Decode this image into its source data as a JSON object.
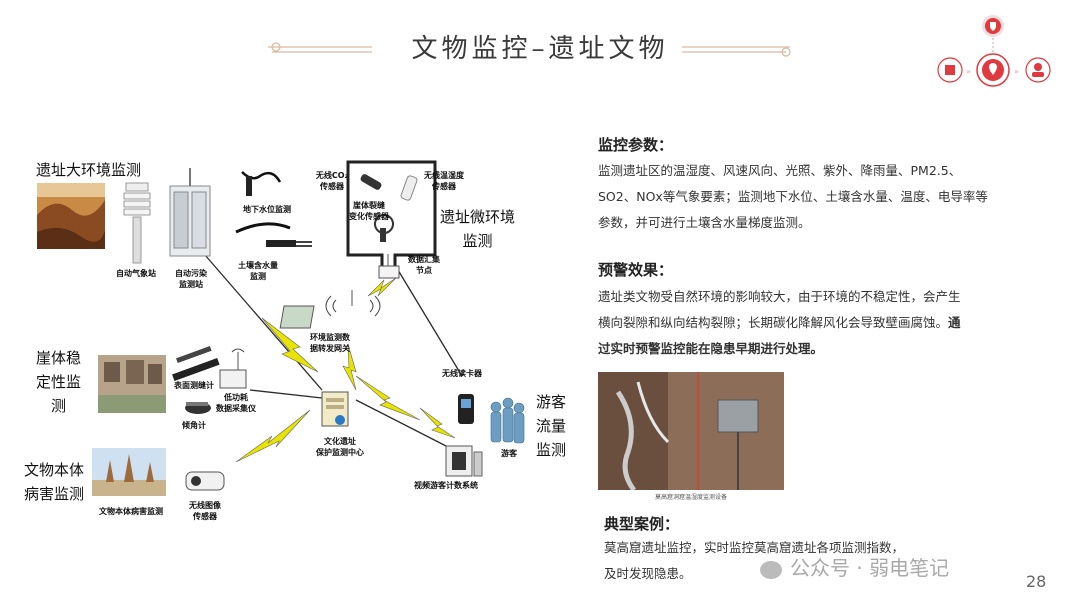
{
  "title": "文物监控–遗址文物",
  "diagram": {
    "env_big": "遗址大环境监测",
    "micro_env": [
      "遗址微环境",
      "监测"
    ],
    "cliff": [
      "崖体稳",
      "定性监",
      "测"
    ],
    "relic": [
      "文物本体",
      "病害监测"
    ],
    "visitor": [
      "游客",
      "流量",
      "监测"
    ],
    "weather_station": "自动气象站",
    "pollution_station": [
      "自动污染",
      "监测站"
    ],
    "groundwater": "地下水位监测",
    "soil_moisture": [
      "土壤含水量",
      "监测"
    ],
    "co2_sensor": [
      "无线CO₂",
      "传感器"
    ],
    "temp_humidity": [
      "无线温湿度",
      "传感器"
    ],
    "gas_sensor": [
      "崖体裂缝",
      "变化传感器"
    ],
    "data_node": [
      "数据汇集",
      "节点"
    ],
    "gateway": [
      "环境监测数",
      "据转发网关"
    ],
    "surface_meter": "表面测缝计",
    "logger": [
      "低功耗",
      "数据采集仪"
    ],
    "inclinometer": "倾角计",
    "center": [
      "文化遗址",
      "保护监测中心"
    ],
    "wireless_reader": "无线读卡器",
    "visitors": "游客",
    "counter": "视频游客计数系统",
    "relic_monitor": "文物本体病害监测",
    "camera": [
      "无线图像",
      "传感器"
    ]
  },
  "params": {
    "heading": "监控参数",
    "colon": "：",
    "lines": [
      "监测遗址区的温湿度、风速风向、光照、紫外、降雨量、PM2.5、",
      "SO2、NOx等气象要素；监测地下水位、土壤含水量、温度、电导率等",
      "参数，并可进行土壤含水量梯度监测。"
    ]
  },
  "warning": {
    "heading": "预警效果",
    "colon": "：",
    "lines": [
      "遗址类文物受自然环境的影响较大，由于环境的不稳定性，会产生",
      "横向裂隙和纵向结构裂隙；长期碳化降解风化会导致壁画腐蚀。"
    ],
    "bold_tail": "通",
    "bold_line": "过实时预警监控能在隐患早期进行处理。"
  },
  "photo_caption": "莫高窟洞窟温湿度监测设备",
  "case": {
    "heading": "典型案例",
    "colon": "：",
    "lines": [
      "莫高窟遗址监控，实时监控莫高窟遗址各项监测指数，",
      "及时发现隐患。"
    ]
  },
  "watermark": "公众号 · 弱电笔记",
  "page_number": "28",
  "colors": {
    "accent": "#e0393e",
    "lightning": "#e8e300",
    "line": "#2a2a2a"
  }
}
